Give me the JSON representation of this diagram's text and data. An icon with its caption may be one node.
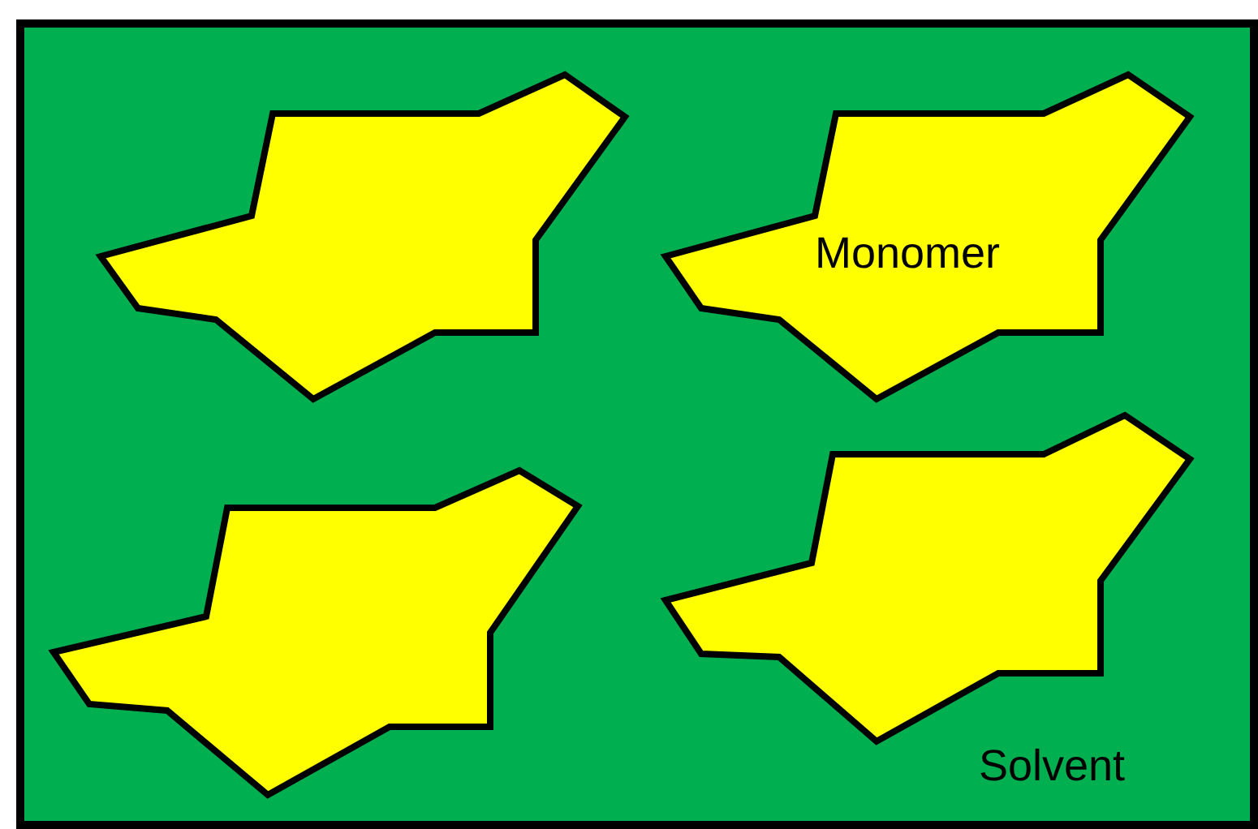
{
  "diagram": {
    "nodes": [
      {
        "text": [
          "Solvent"
        ]
      },
      {
        "text": [],
        "shape": "polygon",
        "in": 0
      },
      {
        "text": [
          "Monomer"
        ],
        "in": 0
      },
      {
        "text": [],
        "shape": "polygon",
        "in": 0
      },
      {
        "text": [],
        "shape": "polygon",
        "in": 0
      }
    ]
  }
}
